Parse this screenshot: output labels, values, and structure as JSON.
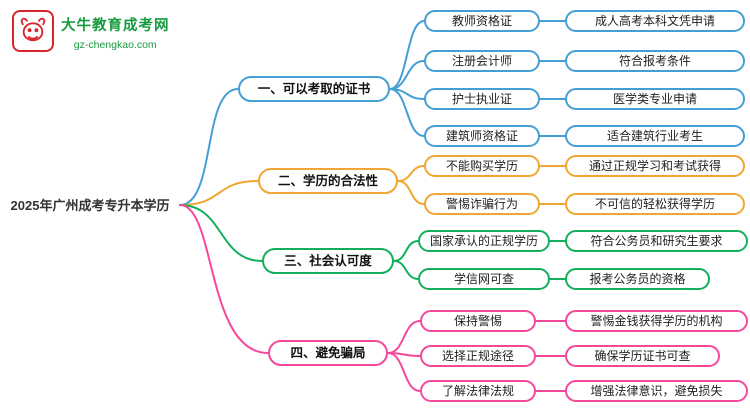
{
  "logo": {
    "brand": "大牛教育成考网",
    "domain": "gz-chengkao.com",
    "icon": "bull-icon",
    "brand_color": "#169B3F",
    "icon_color": "#D9262C"
  },
  "root": {
    "label": "2025年广州成考专升本学历"
  },
  "colors": {
    "branch1": "#459FD6",
    "branch2": "#F0A632",
    "branch3": "#12B05C",
    "branch4": "#F5489B"
  },
  "branches": [
    {
      "label": "一、可以考取的证书",
      "color": "#459FD6",
      "children": [
        {
          "label": "教师资格证",
          "detail": "成人高考本科文凭申请"
        },
        {
          "label": "注册会计师",
          "detail": "符合报考条件"
        },
        {
          "label": "护士执业证",
          "detail": "医学类专业申请"
        },
        {
          "label": "建筑师资格证",
          "detail": "适合建筑行业考生"
        }
      ]
    },
    {
      "label": "二、学历的合法性",
      "color": "#F0A632",
      "children": [
        {
          "label": "不能购买学历",
          "detail": "通过正规学习和考试获得"
        },
        {
          "label": "警惕诈骗行为",
          "detail": "不可信的轻松获得学历"
        }
      ]
    },
    {
      "label": "三、社会认可度",
      "color": "#12B05C",
      "children": [
        {
          "label": "国家承认的正规学历",
          "detail": "符合公务员和研究生要求"
        },
        {
          "label": "学信网可查",
          "detail": "报考公务员的资格"
        }
      ]
    },
    {
      "label": "四、避免骗局",
      "color": "#F5489B",
      "children": [
        {
          "label": "保持警惕",
          "detail": "警惕金钱获得学历的机构"
        },
        {
          "label": "选择正规途径",
          "detail": "确保学历证书可查"
        },
        {
          "label": "了解法律法规",
          "detail": "增强法律意识，避免损失"
        }
      ]
    }
  ]
}
